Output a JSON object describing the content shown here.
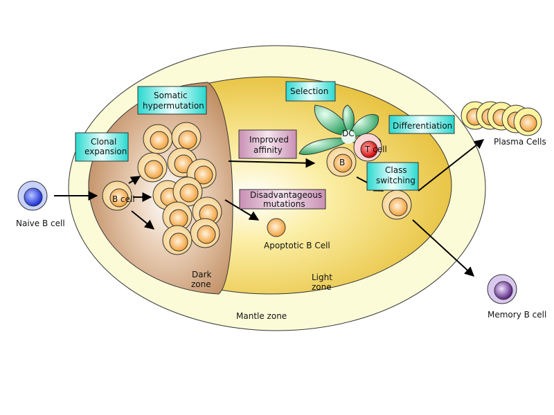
{
  "labels": {
    "naive_b_cell": "Naive B cell",
    "b_cell": "B cell",
    "dark_zone": [
      "Dark",
      "zone"
    ],
    "light_zone": [
      "Light",
      "zone"
    ],
    "mantle_zone": "Mantle zone",
    "apoptotic_b_cell": "Apoptotic B Cell",
    "dc": "DC",
    "t_cell": "T cell",
    "b": "B",
    "plasma_cells": "Plasma Cells",
    "memory_b_cell": "Memory B cell"
  },
  "boxes": {
    "clonal_expansion": [
      "Clonal",
      "expansion"
    ],
    "somatic_hypermutation": [
      "Somatic",
      "hypermutation"
    ],
    "improved_affinity": [
      "Improved",
      "affinity"
    ],
    "disadvantageous_mutations": [
      "Disadvantageous",
      "mutations"
    ],
    "selection": [
      "Selection"
    ],
    "differentiation": [
      "Differentiation"
    ],
    "class_switching": [
      "Class",
      "switching"
    ]
  },
  "colors": {
    "mantle": "#fbfbd8",
    "light_zone": "#e9c33b",
    "dark_zone": "#c8956a",
    "cyan_box": "#33e0d8",
    "pink_box": "#c98fb4",
    "b_cell_fill": "#f7a83a",
    "naive_fill": "#1a2fd6",
    "memory_fill": "#6a2c8c",
    "t_cell_fill": "#e01010",
    "dc_fill": "#36a86a"
  }
}
